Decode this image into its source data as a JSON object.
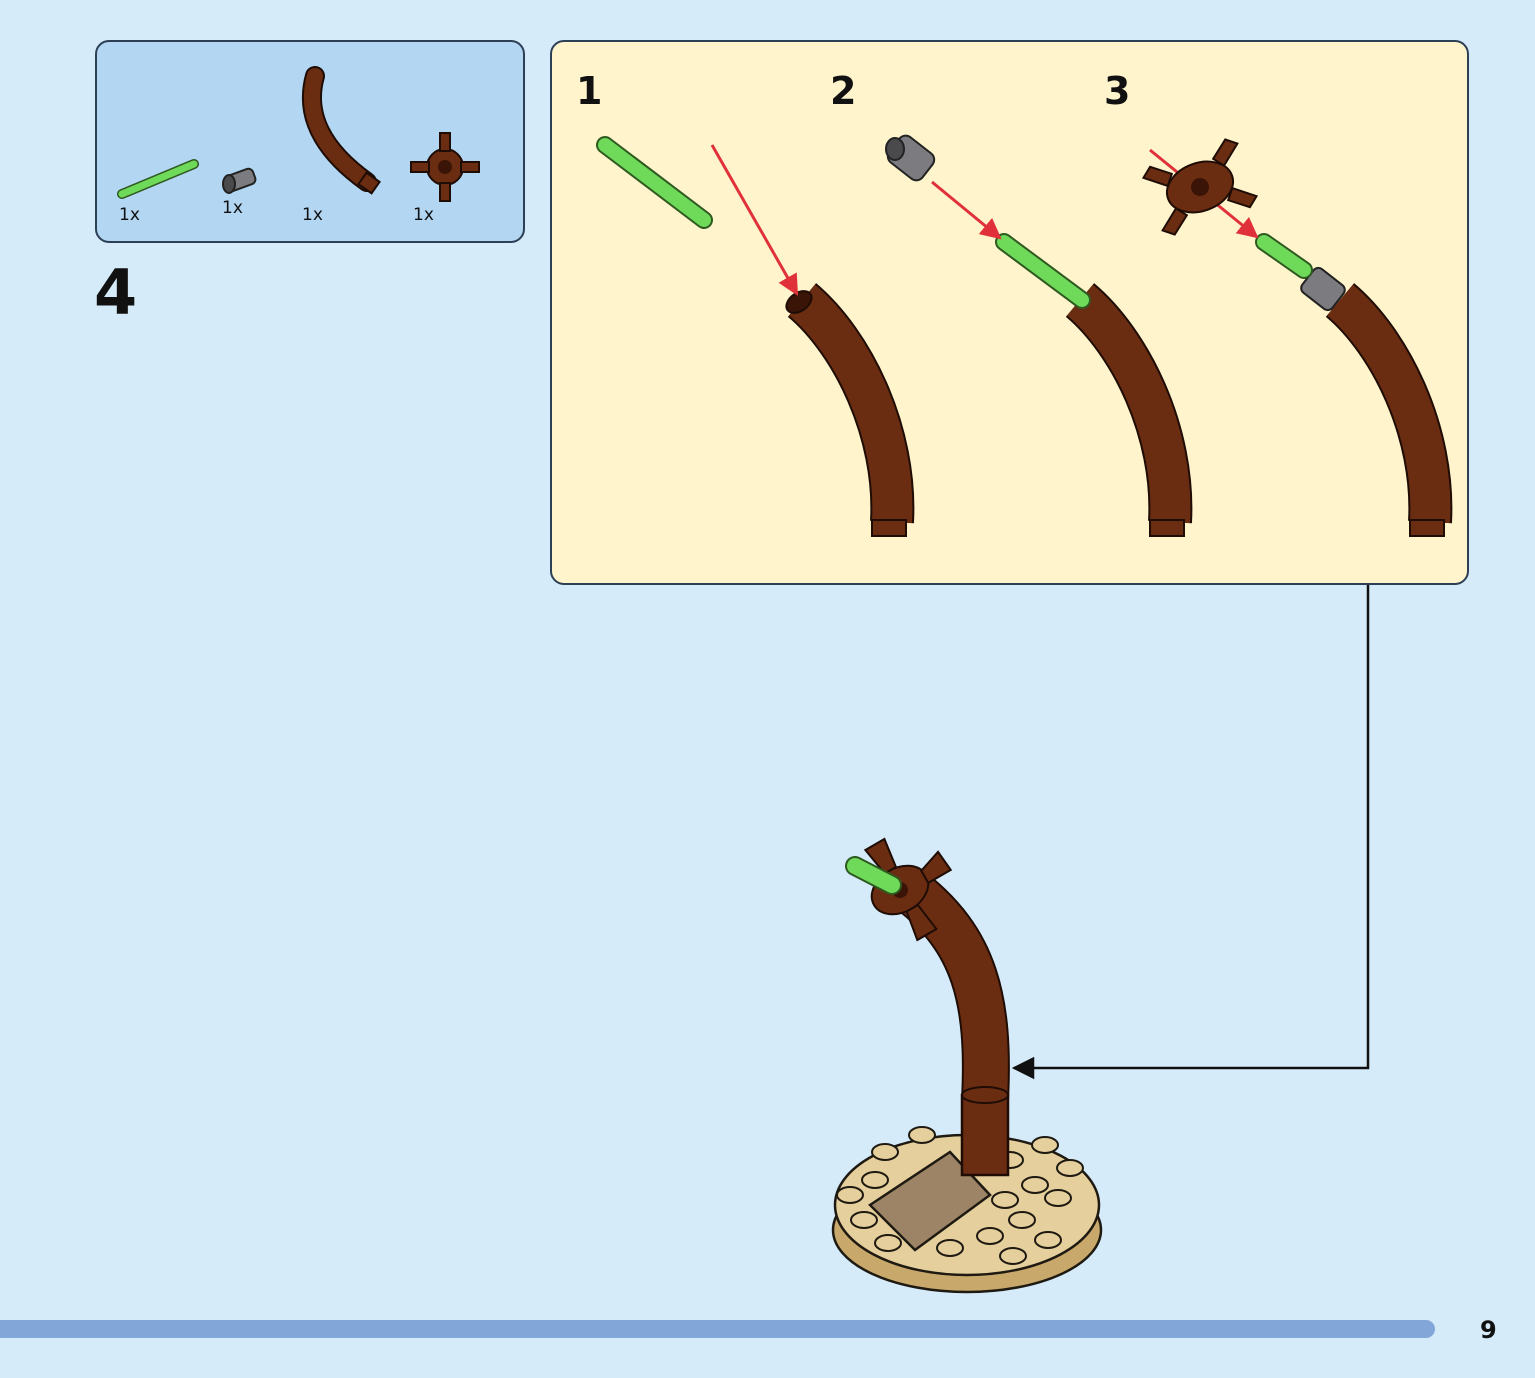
{
  "parts_list": {
    "items": [
      {
        "part": "green-axle",
        "qty": "1x"
      },
      {
        "part": "grey-pin-connector",
        "qty": "1x"
      },
      {
        "part": "brown-curved-branch",
        "qty": "1x"
      },
      {
        "part": "brown-leaf-clip",
        "qty": "1x"
      }
    ]
  },
  "step": {
    "number": "4"
  },
  "sub_steps": [
    "1",
    "2",
    "3"
  ],
  "page": {
    "number": "9"
  },
  "colors": {
    "background": "#d6ebfa",
    "parts_box": "#b3d6f2",
    "sub_box": "#fff4cc",
    "brick_green": "#6fd95a",
    "brick_brown": "#6b2d12",
    "brick_grey": "#7c7c80",
    "brick_tan": "#e5cf9c",
    "arrow_red": "#e0313a",
    "progress_bar": "#83a6d9"
  }
}
